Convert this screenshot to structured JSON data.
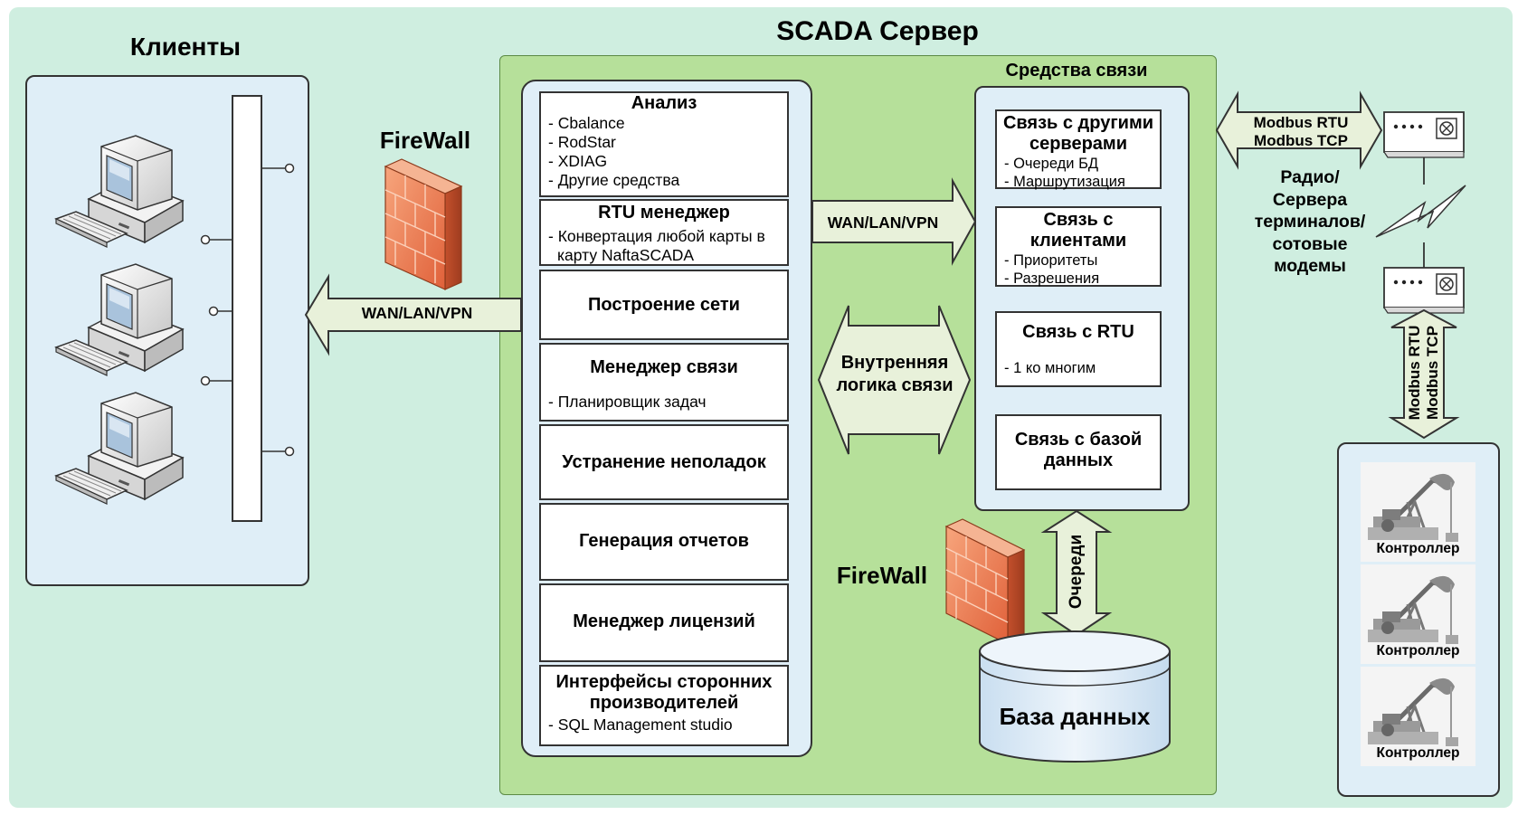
{
  "title": "SCADA Сервер",
  "clients": {
    "title": "Клиенты"
  },
  "firewall": {
    "top_label": "FireWall",
    "bottom_label": "FireWall"
  },
  "wan_left": "WAN/LAN/VPN",
  "wan_right": "WAN/LAN/VPN",
  "internal_logic": [
    "Внутренняя",
    "логика связи"
  ],
  "modules": [
    {
      "title": "Анализ",
      "items": [
        "- Cbalance",
        "- RodStar",
        "- XDIAG",
        "- Другие средства"
      ]
    },
    {
      "title": "RTU менеджер",
      "items": [
        "- Конвертация любой карты в",
        "  карту NaftaSCADA"
      ]
    },
    {
      "title": "Построение сети",
      "items": []
    },
    {
      "title": "Менеджер связи",
      "items": [
        "- Планировщик задач"
      ]
    },
    {
      "title": "Устранение неполадок",
      "items": []
    },
    {
      "title": "Генерация отчетов",
      "items": []
    },
    {
      "title": "Менеджер лицензий",
      "items": []
    },
    {
      "title": "Интерфейсы сторонних производителей",
      "items": [
        "- SQL Management studio"
      ]
    }
  ],
  "comm": {
    "title": "Средства связи",
    "boxes": [
      {
        "title": "Связь с другими серверами",
        "items": [
          "- Очереди БД",
          "- Маршрутизация"
        ]
      },
      {
        "title": "Связь с клиентами",
        "items": [
          "- Приоритеты",
          "- Разрешения"
        ]
      },
      {
        "title": "Связь с RTU",
        "items": [
          "- 1 ко многим"
        ]
      },
      {
        "title": "Связь с базой данных",
        "items": []
      }
    ]
  },
  "queues": "Очереди",
  "database": "База данных",
  "modbus_top": [
    "Modbus RTU",
    "Modbus TCP"
  ],
  "modbus_vertical": [
    "Modbus RTU",
    "Modbus TCP"
  ],
  "radio": [
    "Радио/",
    "Сервера",
    "терминалов/",
    "сотовые",
    "модемы"
  ],
  "controllers": [
    "Контроллер",
    "Контроллер",
    "Контроллер"
  ],
  "colors": {
    "background": "#cfeee0",
    "server": "#b6e09a",
    "panel": "#dfeef7",
    "arrow": "#e8f1da",
    "firewall": "#f08a5d"
  }
}
